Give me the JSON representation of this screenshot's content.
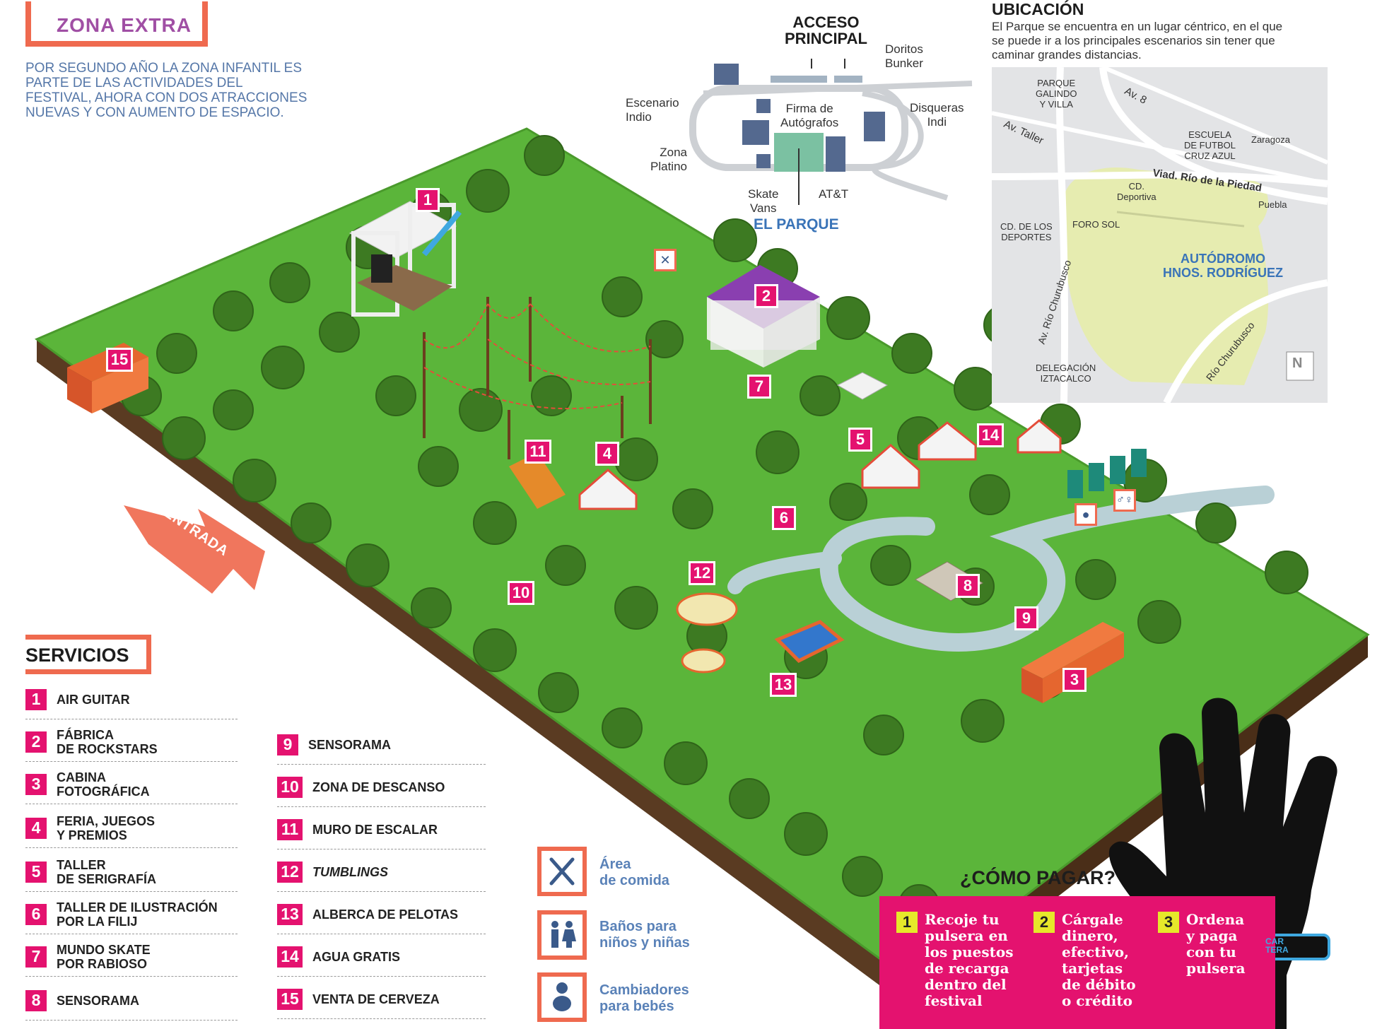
{
  "zona_extra": {
    "title": "ZONA EXTRA",
    "intro": "POR SEGUNDO AÑO LA ZONA INFANTIL ES PARTE DE LAS ACTIVIDADES DEL FESTIVAL, AHORA CON DOS ATRACCIONES NUEVAS Y CON AUMENTO DE ESPACIO."
  },
  "entrada": "ENTRADA",
  "markers": [
    "1",
    "2",
    "3",
    "4",
    "5",
    "6",
    "7",
    "8",
    "9",
    "10",
    "11",
    "12",
    "13",
    "14",
    "15"
  ],
  "venue_map": {
    "acceso": "ACCESO\nPRINCIPAL",
    "doritos": "Doritos\nBunker",
    "escenario_indio": "Escenario\nIndio",
    "firma": "Firma de\nAutógrafos",
    "disqueras": "Disqueras\nIndi",
    "zona_platino": "Zona\nPlatino",
    "skate": "Skate\nVans",
    "att": "AT&T",
    "el_parque": "EL PARQUE"
  },
  "ubicacion": {
    "title": "UBICACIÓN",
    "text": "El Parque se encuentra en un lugar céntrico, en el que se puede ir a los principales escenarios sin tener que caminar grandes distancias.",
    "labels": {
      "parque_galindo": "PARQUE\nGALINDO\nY VILLA",
      "av8": "Av. 8",
      "av_taller": "Av. Taller",
      "escuela": "ESCUELA\nDE FUTBOL\nCRUZ AZUL",
      "zaragoza": "Zaragoza",
      "viaducto": "Viad. Río de la Piedad",
      "cd_deportiva": "CD.\nDeportiva",
      "puebla": "Puebla",
      "cd_deportes": "CD. DE LOS\nDEPORTES",
      "foro_sol": "FORO SOL",
      "autodromo": "AUTÓDROMO\nHNOS. RODRÍGUEZ",
      "av_churubusco": "Av. Río Churubusco",
      "rio_churubusco": "Río Churubusco",
      "delegacion": "DELEGACIÓN\nIZTACALCO",
      "north": "N"
    }
  },
  "servicios": {
    "title": "SERVICIOS",
    "items": [
      {
        "num": "1",
        "label": "AIR GUITAR"
      },
      {
        "num": "2",
        "label": "FÁBRICA\nDE ROCKSTARS"
      },
      {
        "num": "3",
        "label": "CABINA\nFOTOGRÁFICA"
      },
      {
        "num": "4",
        "label": "FERIA, JUEGOS\nY PREMIOS"
      },
      {
        "num": "5",
        "label": "TALLER\nDE SERIGRAFÍA"
      },
      {
        "num": "6",
        "label": "TALLER DE ILUSTRACIÓN\nPOR LA FILIJ"
      },
      {
        "num": "7",
        "label": "MUNDO SKATE\nPOR RABIOSO"
      },
      {
        "num": "8",
        "label": "SENSORAMA"
      },
      {
        "num": "9",
        "label": "SENSORAMA"
      },
      {
        "num": "10",
        "label": "ZONA DE DESCANSO"
      },
      {
        "num": "11",
        "label": "MURO DE ESCALAR"
      },
      {
        "num": "12",
        "label": "TUMBLINGS"
      },
      {
        "num": "13",
        "label": "ALBERCA DE PELOTAS"
      },
      {
        "num": "14",
        "label": "AGUA GRATIS"
      },
      {
        "num": "15",
        "label": "VENTA DE CERVEZA"
      }
    ]
  },
  "legend": [
    {
      "icon": "fork-knife-icon",
      "label": "Área\nde comida"
    },
    {
      "icon": "restroom-icon",
      "label": "Baños para\nniños y niñas"
    },
    {
      "icon": "baby-icon",
      "label": "Cambiadores\npara bebés"
    }
  ],
  "pagar": {
    "title": "¿CÓMO PAGAR?",
    "steps": [
      {
        "num": "1",
        "text": "Recoje tu\npulsera en\nlos puestos\nde recarga\ndentro del\nfestival"
      },
      {
        "num": "2",
        "text": "Cárgale\ndinero,\nefectivo,\ntarjetas\nde débito\no crédito"
      },
      {
        "num": "3",
        "text": "Ordena\ny paga\ncon tu\npulsera"
      }
    ],
    "wristband": "CAR\nTERA"
  },
  "colors": {
    "accent": "#ef6a4f",
    "magenta": "#e4126f",
    "purple": "#a04fa4",
    "grass": "#5bb53a",
    "soil": "#5a3b22",
    "map_bg": "#e3e4e6",
    "park_area": "#e6ecb0"
  }
}
